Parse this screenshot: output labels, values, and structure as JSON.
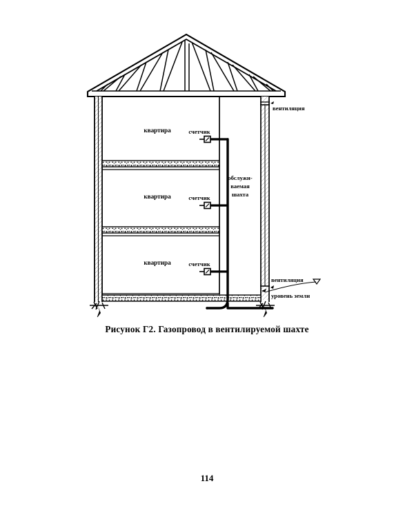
{
  "document": {
    "page_number": "114",
    "caption": "Рисунок Г2. Газопровод в вентилируемой шахте"
  },
  "figure": {
    "title": "Рисунок Г2. Газопровод в вентилируемой шахте",
    "labels": {
      "apartment_floor3": "квартира",
      "apartment_floor2": "квартира",
      "apartment_floor1": "квартира",
      "meter_floor3": "счетчик",
      "meter_floor2": "счетчик",
      "meter_floor1": "счетчик",
      "shaft_line1": "обслужи-",
      "shaft_line2": "ваемая",
      "shaft_line3": "шахта",
      "ventilation_top": "вентиляция",
      "ventilation_bottom": "вентиляция",
      "ground_level": "уровень земли"
    },
    "colors": {
      "line": "#000000",
      "gas_pipe": "#000000",
      "background": "#ffffff",
      "slab_fill": "#f2f2f2"
    },
    "structure": {
      "floors": 3,
      "roof_type": "truss-gable",
      "shaft_type": "ventilated",
      "pipe_type": "gas-riser"
    }
  }
}
